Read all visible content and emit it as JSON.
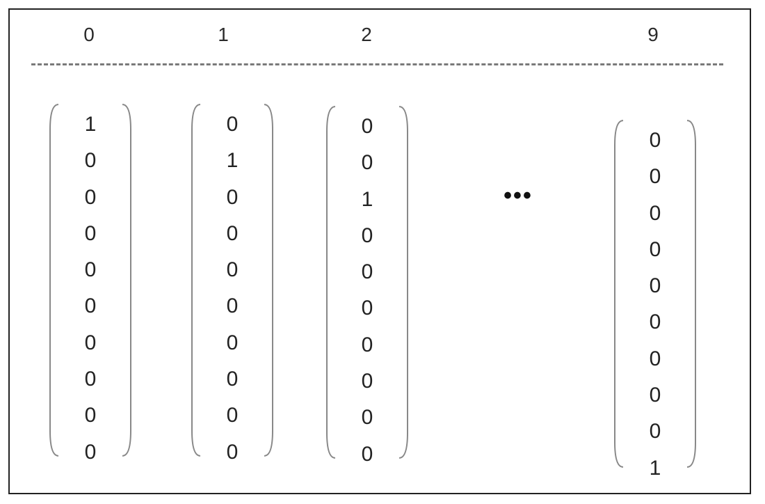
{
  "headers": [
    "0",
    "1",
    "2",
    "9"
  ],
  "vectors": [
    {
      "label": "0",
      "entries": [
        "1",
        "0",
        "0",
        "0",
        "0",
        "0",
        "0",
        "0",
        "0",
        "0"
      ]
    },
    {
      "label": "1",
      "entries": [
        "0",
        "1",
        "0",
        "0",
        "0",
        "0",
        "0",
        "0",
        "0",
        "0"
      ]
    },
    {
      "label": "2",
      "entries": [
        "0",
        "0",
        "1",
        "0",
        "0",
        "0",
        "0",
        "0",
        "0",
        "0"
      ]
    },
    {
      "label": "9",
      "entries": [
        "0",
        "0",
        "0",
        "0",
        "0",
        "0",
        "0",
        "0",
        "0",
        "1"
      ]
    }
  ],
  "ellipsis": "•••"
}
